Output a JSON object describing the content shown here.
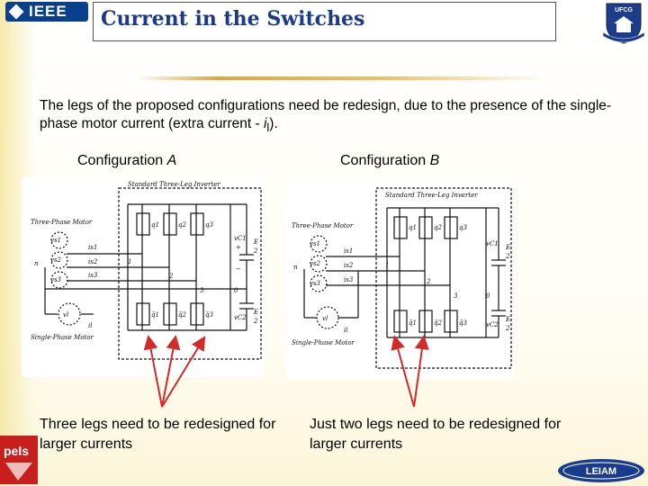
{
  "header": {
    "ieee_logo_text": "IEEE",
    "title": "Current in the Switches",
    "ufcg_logo_text": "UFCG"
  },
  "body": {
    "intro_main": "The legs of the proposed configurations need be redesign, due to the presence of the single-phase motor current (extra current - ",
    "intro_var": "i",
    "intro_sub": "l",
    "intro_end": ")."
  },
  "config_a": {
    "label_prefix": "Configuration ",
    "label_letter": "A",
    "caption": "Three legs need to be redesigned for larger currents"
  },
  "config_b": {
    "label_prefix": "Configuration ",
    "label_letter": "B",
    "caption": "Just two legs need to be redesigned for larger currents"
  },
  "circuit": {
    "inverter_label": "Standard Three-Leg Inverter",
    "three_phase_motor": "Three-Phase Motor",
    "single_phase_motor": "Single-Phase Motor",
    "n_label": "n",
    "q1": "q1",
    "q2": "q2",
    "q3": "q3",
    "qb1": "q̄1",
    "qb2": "q̄2",
    "qb3": "q̄3",
    "is1": "is1",
    "is2": "is2",
    "is3": "is3",
    "vs1": "vs1",
    "vs2": "vs2",
    "vs3": "vs3",
    "vl": "vl",
    "il": "il",
    "node1": "1",
    "node2": "2",
    "node3": "3",
    "node0": "0",
    "vc1": "vC1",
    "vc2": "vC2",
    "e_half": "E",
    "half_den": "2",
    "plus": "+",
    "minus": "−"
  },
  "footer": {
    "pels_logo_text": "pels",
    "leiam_logo_text": "LEIAM"
  },
  "colors": {
    "title_blue": "#1b3a8a",
    "ieee_blue": "#0a3f8c",
    "arrow_red": "#d42a2a",
    "divider_gold": "#e5a33a"
  },
  "icons": [
    "ieee-logo",
    "ufcg-shield-icon",
    "pels-logo",
    "leiam-logo"
  ]
}
